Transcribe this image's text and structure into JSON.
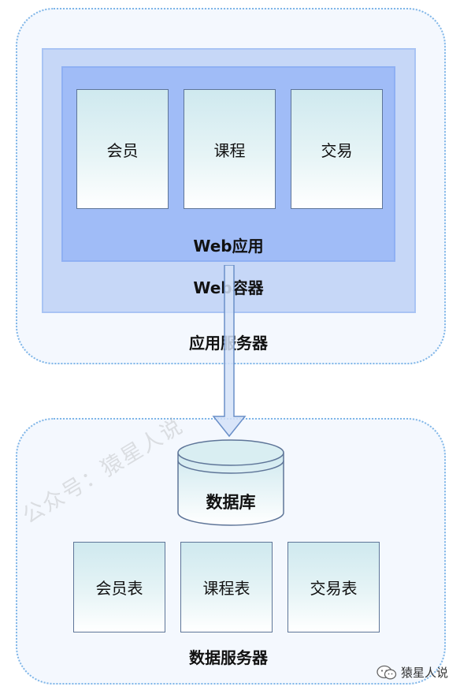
{
  "app_server": {
    "label": "应用服务器",
    "web_container": {
      "label": "Web容器",
      "web_app": {
        "label": "Web应用",
        "modules": [
          "会员",
          "课程",
          "交易"
        ]
      }
    }
  },
  "db_server": {
    "label": "数据服务器",
    "database": {
      "label": "数据库"
    },
    "tables": [
      "会员表",
      "课程表",
      "交易表"
    ]
  },
  "watermark": {
    "text": "公众号：猿星人说"
  },
  "signature": {
    "icon": "wechat-icon",
    "text": "猿星人说"
  },
  "colors": {
    "server_border": "#7fb6e8",
    "container_fill": "#c6d7f7",
    "webapp_fill": "#a0bcf7",
    "module_fill": "#cfe9ef",
    "module_border": "#5e7598"
  }
}
